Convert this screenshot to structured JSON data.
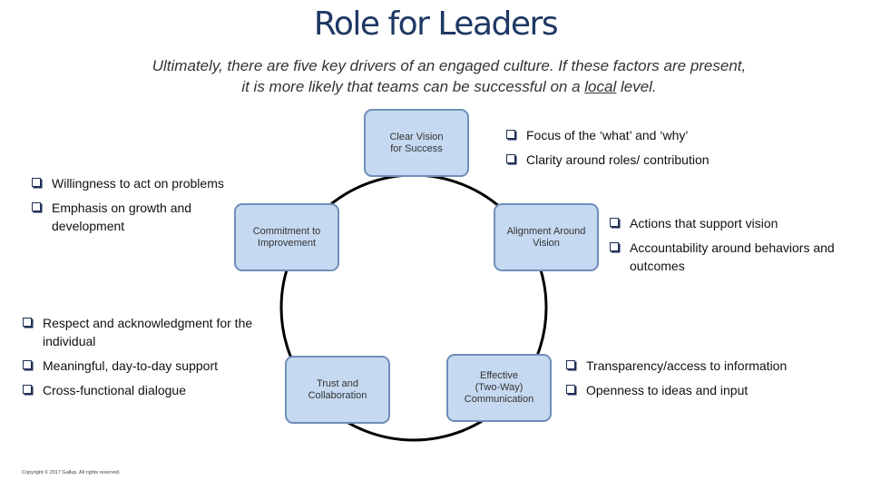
{
  "title": "Role for Leaders",
  "subtitle": {
    "line1": "Ultimately, there are five key drivers of an engaged culture.  If these factors are present,",
    "line2_before": "it is more likely that teams can be successful on a ",
    "line2_underlined": "local",
    "line2_after": " level."
  },
  "nodes": {
    "clear_vision": "Clear Vision\nfor Success",
    "commitment": "Commitment to\nImprovement",
    "alignment": "Alignment Around\nVision",
    "trust": "Trust and\nCollaboration",
    "communication": "Effective\n(Two-Way)\nCommunication"
  },
  "bullets": {
    "clear_vision": [
      "Focus of the ‘what’ and ‘why’",
      "Clarity around roles/ contribution"
    ],
    "commitment": [
      "Willingness to act on problems",
      "Emphasis on growth and development"
    ],
    "alignment": [
      "Actions that support vision",
      "Accountability around behaviors and outcomes"
    ],
    "trust": [
      "Respect and acknowledgment for the individual",
      "Meaningful, day-to-day support",
      "Cross-functional dialogue"
    ],
    "communication": [
      "Transparency/access to information",
      "Openness to ideas and input"
    ]
  },
  "copyright": "Copyright © 2017 Gallup. All rights reserved.",
  "colors": {
    "title": "#1f3864",
    "node_fill": "#c5d9f1",
    "node_border": "#6f8fb8",
    "ring": "#000000"
  }
}
